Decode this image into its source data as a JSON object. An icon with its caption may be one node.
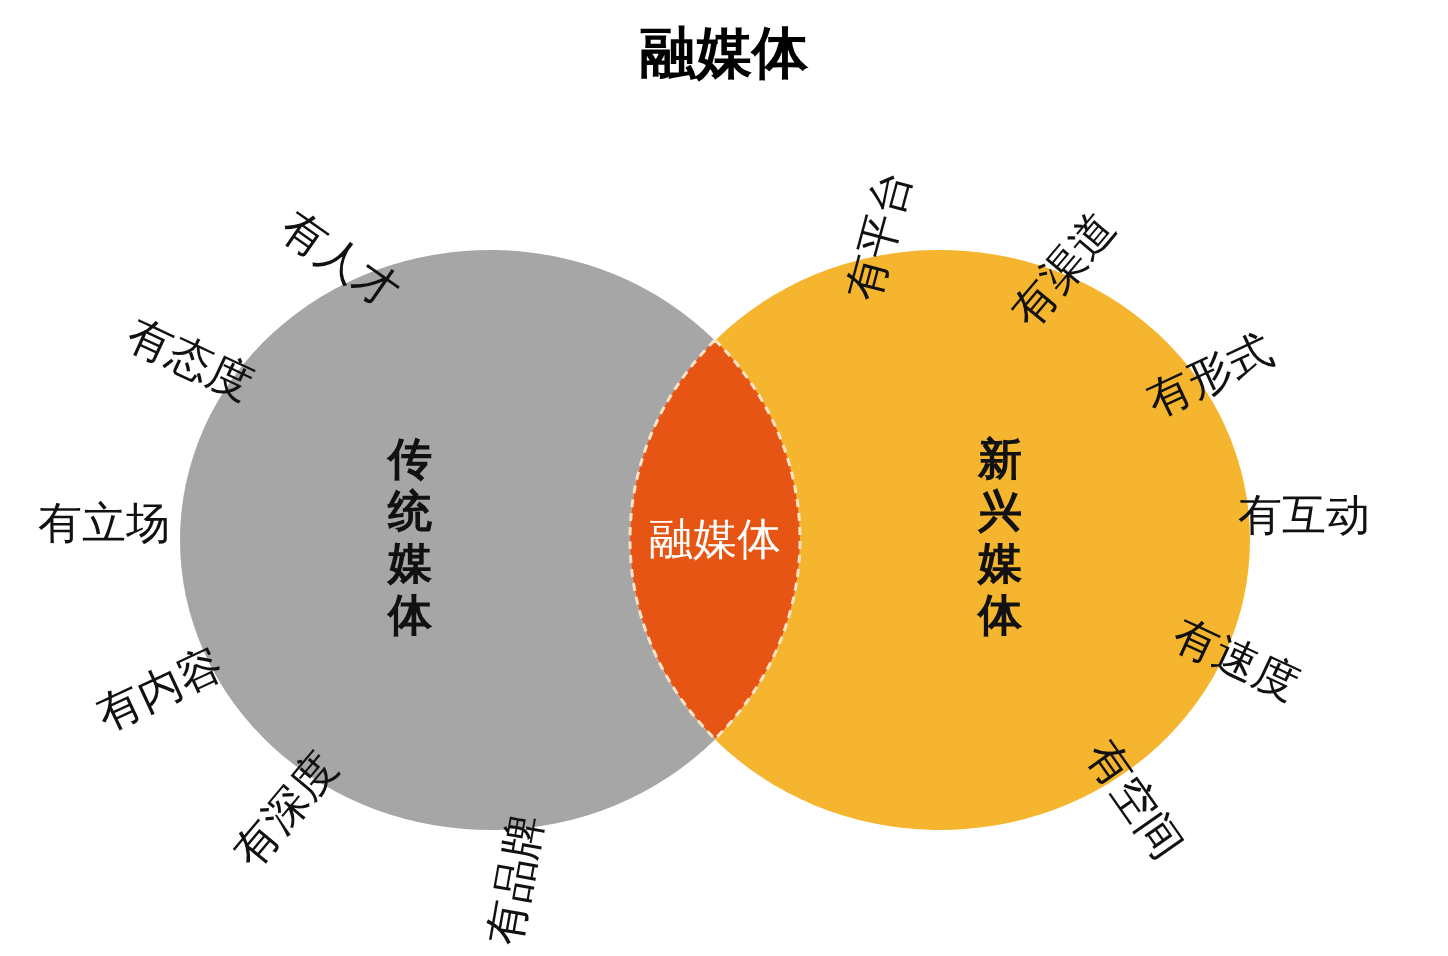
{
  "diagram": {
    "title": "融媒体",
    "nodes": [
      {
        "text": [
          "传统媒体"
        ]
      },
      {
        "text": [
          "新兴媒体"
        ]
      },
      {
        "text": [
          "融媒体"
        ]
      }
    ],
    "labels": [
      "有人才",
      "有平台",
      "有渠道",
      "有态度",
      "有形式",
      "有立场",
      "有互动",
      "有内容",
      "有速度",
      "有深度",
      "有空间",
      "有品牌"
    ]
  }
}
